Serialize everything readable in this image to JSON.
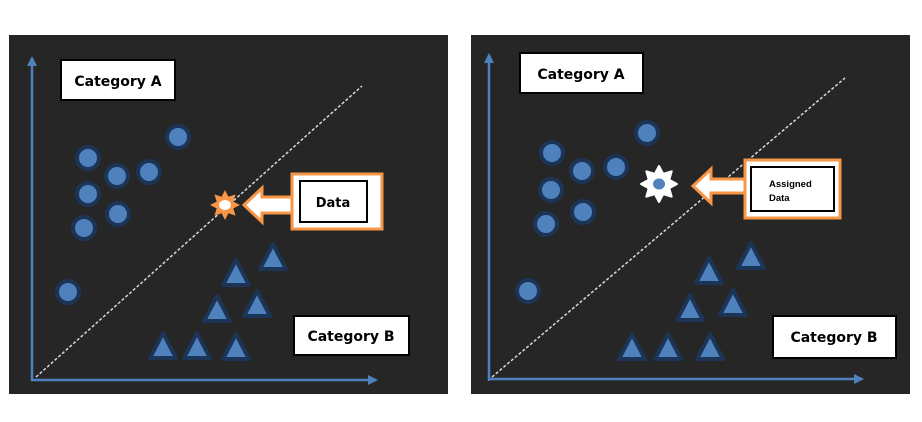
{
  "colors": {
    "panel_bg": "#262626",
    "axis": "#4f81bd",
    "point_fill": "#4f81bd",
    "point_stroke": "#1c3557",
    "divider": "#d9d9d9",
    "highlight_orange": "#f79646",
    "label_bg": "#ffffff",
    "label_border": "#000000"
  },
  "panels": [
    {
      "id": "before",
      "category_a_label": "Category A",
      "category_b_label": "Category B",
      "callout_label": "Data",
      "new_point": {
        "style": "orange-star",
        "center": "white",
        "status": "unclassified"
      }
    },
    {
      "id": "after",
      "category_a_label": "Category A",
      "category_b_label": "Category B",
      "callout_label_lines": [
        "Assigned",
        "Data"
      ],
      "new_point": {
        "style": "white-star",
        "center": "blue",
        "status": "assigned to Category A"
      }
    }
  ],
  "chart_data": {
    "type": "scatter",
    "title": "",
    "xlabel": "",
    "ylabel": "",
    "grid": false,
    "description": "Two-class classification illustration: a new data point is assigned to Category A (circles) rather than Category B (triangles), separated by a dashed diagonal boundary.",
    "series": [
      {
        "name": "Category A",
        "marker": "circle",
        "count": 8
      },
      {
        "name": "Category B",
        "marker": "triangle",
        "count": 7
      },
      {
        "name": "Data",
        "marker": "star",
        "count": 1
      }
    ],
    "legend": [
      "Category A",
      "Category B"
    ]
  }
}
